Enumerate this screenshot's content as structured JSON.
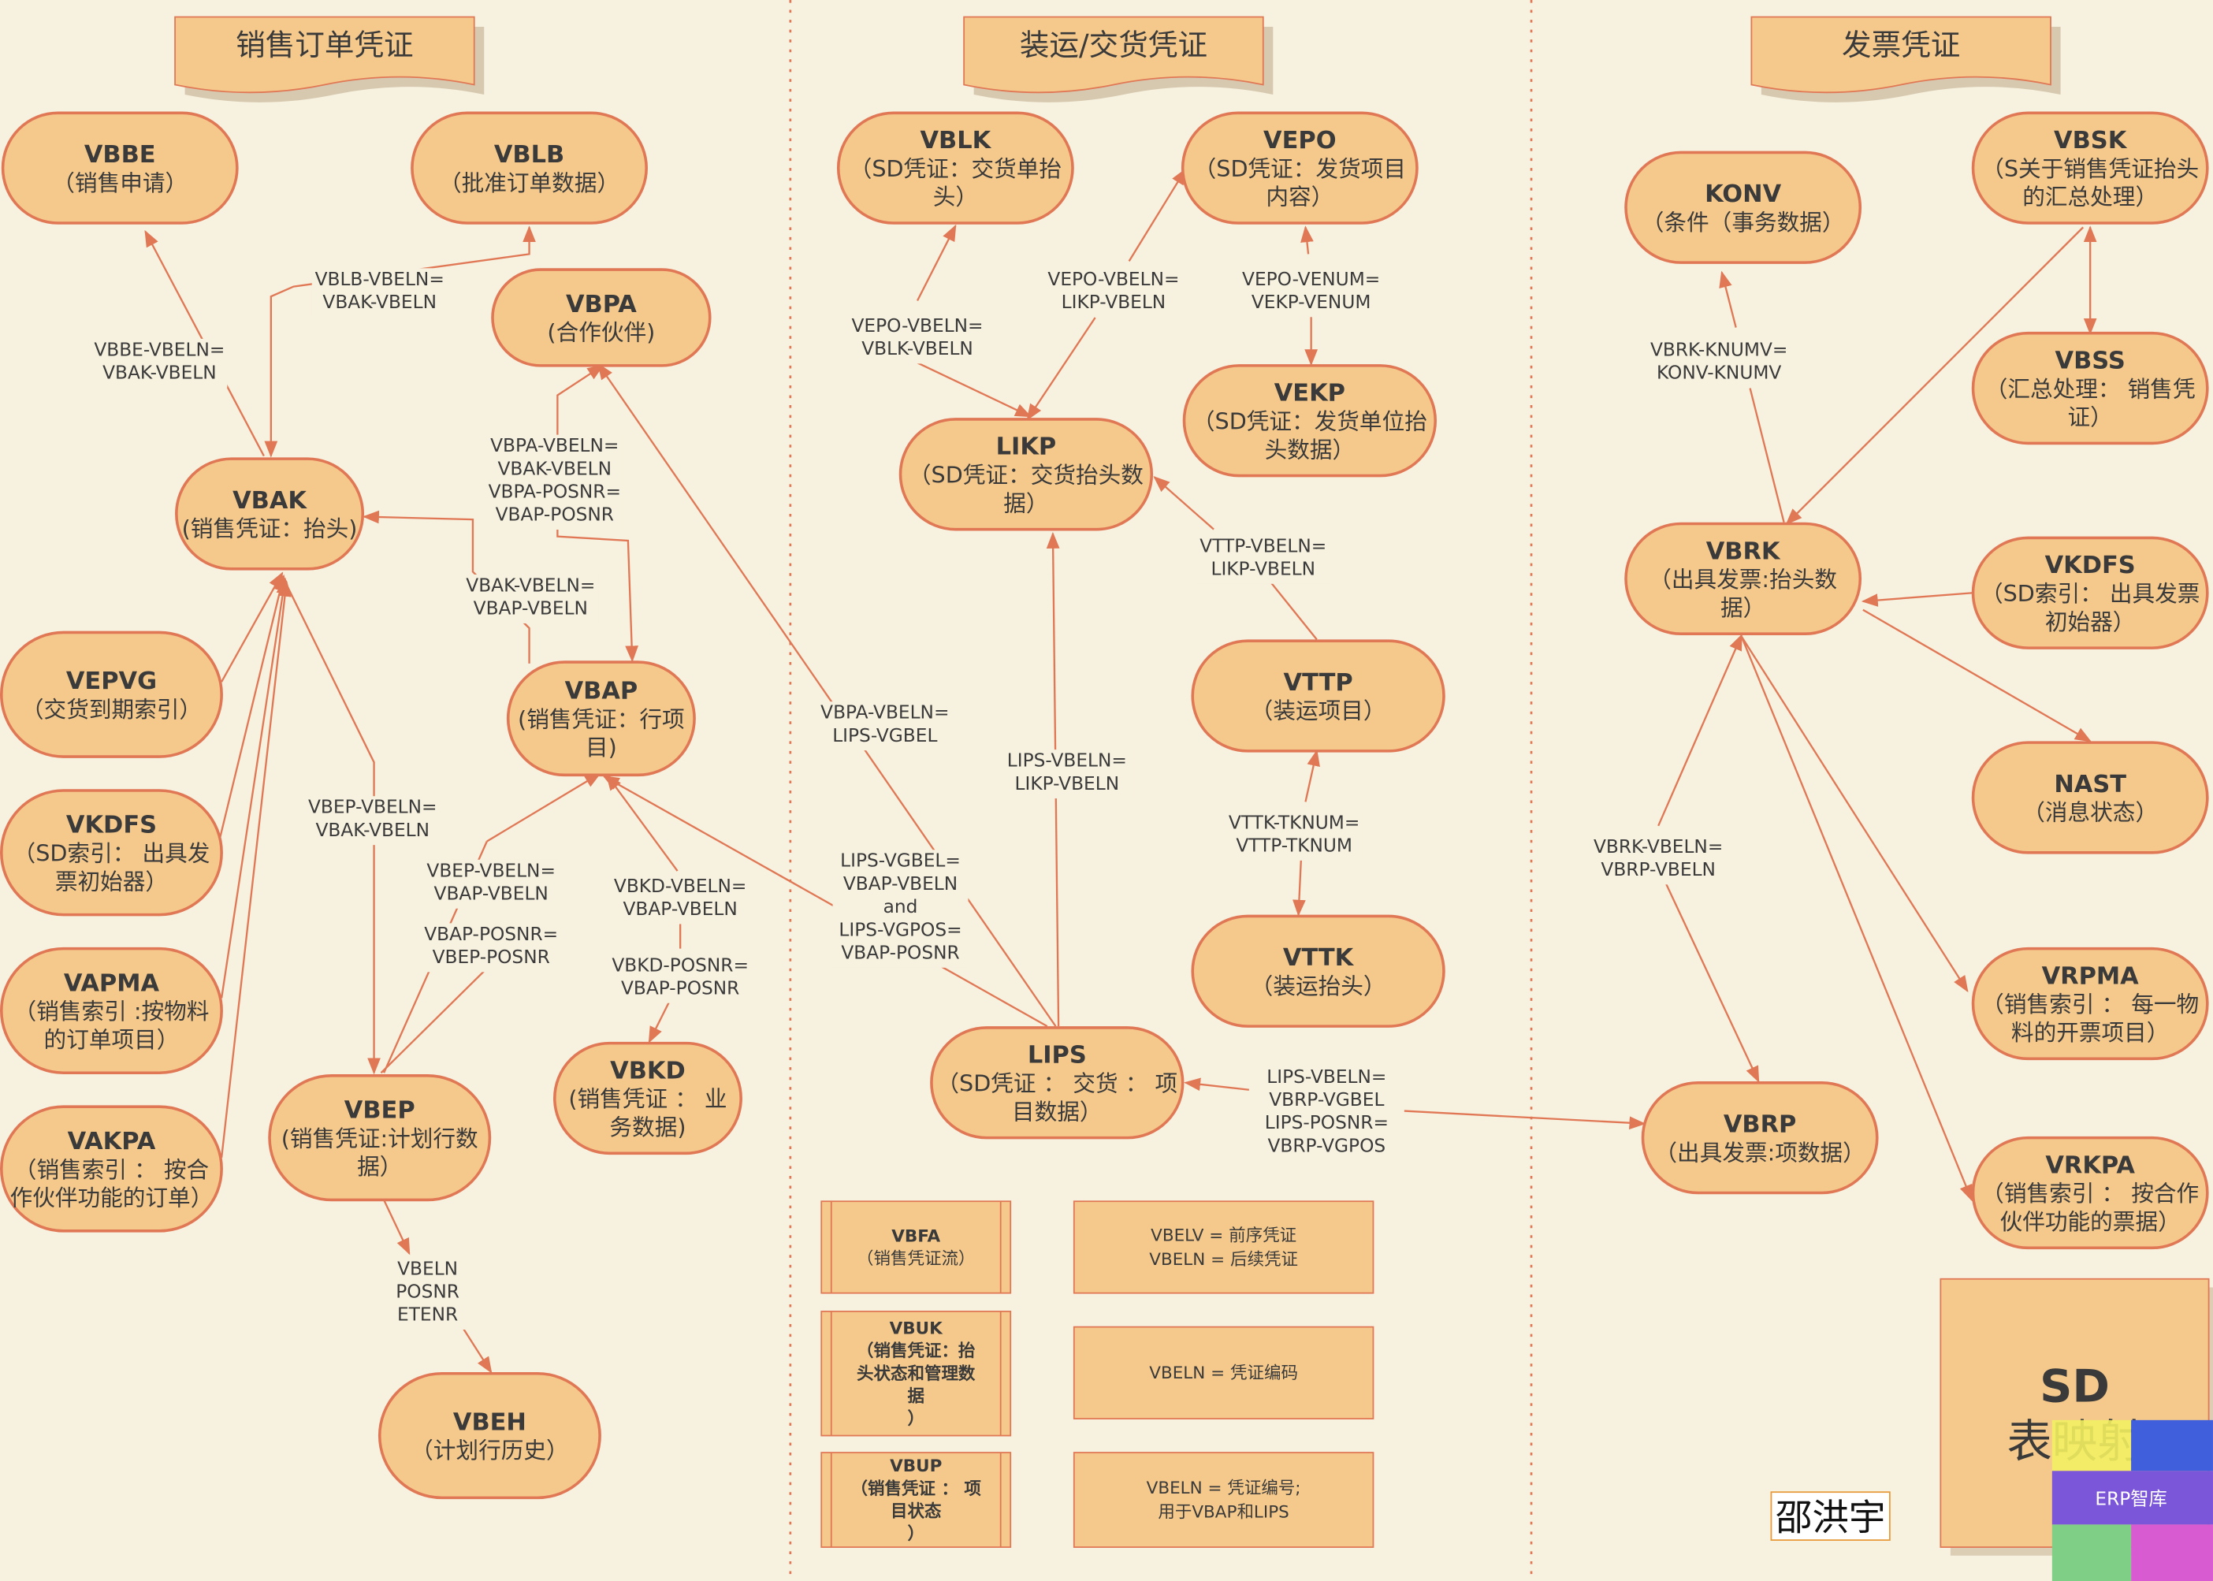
{
  "headers": [
    "销售订单凭证",
    "装运/交货凭证",
    "发票凭证"
  ],
  "nodes": [
    {
      "id": "VBBE",
      "title": "VBBE",
      "lines": [
        "（销售申请）"
      ]
    },
    {
      "id": "VBLB",
      "title": "VBLB",
      "lines": [
        "（批准订单数据）"
      ]
    },
    {
      "id": "VBPA",
      "title": "VBPA",
      "lines": [
        "(合作伙伴)"
      ]
    },
    {
      "id": "VBAK",
      "title": "VBAK",
      "lines": [
        "(销售凭证：抬头)"
      ]
    },
    {
      "id": "VBAP",
      "title": "VBAP",
      "lines": [
        "(销售凭证：行项",
        "目)"
      ]
    },
    {
      "id": "VEPVG",
      "title": "VEPVG",
      "lines": [
        "（交货到期索引）"
      ]
    },
    {
      "id": "VKDFS1",
      "title": "VKDFS",
      "lines": [
        "（SD索引： 出具发",
        "票初始器）"
      ]
    },
    {
      "id": "VAPMA",
      "title": "VAPMA",
      "lines": [
        "（销售索引 :按物料",
        "的订单项目）"
      ]
    },
    {
      "id": "VAKPA",
      "title": "VAKPA",
      "lines": [
        "（销售索引 ： 按合",
        "作伙伴功能的订单）"
      ]
    },
    {
      "id": "VBEP",
      "title": "VBEP",
      "lines": [
        "(销售凭证:计划行数",
        "据）"
      ]
    },
    {
      "id": "VBKD",
      "title": "VBKD",
      "lines": [
        "(销售凭证 ： 业",
        "务数据)"
      ]
    },
    {
      "id": "VBEH",
      "title": "VBEH",
      "lines": [
        "（计划行历史）"
      ]
    },
    {
      "id": "VBLK",
      "title": "VBLK",
      "lines": [
        "（SD凭证：交货单抬",
        "头）"
      ]
    },
    {
      "id": "VEPO",
      "title": "VEPO",
      "lines": [
        "（SD凭证：发货项目",
        "内容）"
      ]
    },
    {
      "id": "VEKP",
      "title": "VEKP",
      "lines": [
        "（SD凭证：发货单位抬",
        "头数据）"
      ]
    },
    {
      "id": "LIKP",
      "title": "LIKP",
      "lines": [
        "（SD凭证：交货抬头数",
        "据）"
      ]
    },
    {
      "id": "VTTP",
      "title": "VTTP",
      "lines": [
        "（装运项目）"
      ]
    },
    {
      "id": "VTTK",
      "title": "VTTK",
      "lines": [
        "（装运抬头）"
      ]
    },
    {
      "id": "LIPS",
      "title": "LIPS",
      "lines": [
        "（SD凭证 ： 交货 ： 项",
        "目数据）"
      ]
    },
    {
      "id": "KONV",
      "title": "KONV",
      "lines": [
        "（条件（事务数据）"
      ]
    },
    {
      "id": "VBSK",
      "title": "VBSK",
      "lines": [
        "（S关于销售凭证抬头",
        "的汇总处理）"
      ]
    },
    {
      "id": "VBSS",
      "title": "VBSS",
      "lines": [
        "（汇总处理： 销售凭",
        "证）"
      ]
    },
    {
      "id": "VBRK",
      "title": "VBRK",
      "lines": [
        "（出具发票:抬头数",
        "据）"
      ]
    },
    {
      "id": "VKDFS2",
      "title": "VKDFS",
      "lines": [
        "（SD索引： 出具发票",
        "初始器）"
      ]
    },
    {
      "id": "NAST",
      "title": "NAST",
      "lines": [
        "（消息状态）"
      ]
    },
    {
      "id": "VRPMA",
      "title": "VRPMA",
      "lines": [
        "（销售索引 ： 每一物",
        "料的开票项目）"
      ]
    },
    {
      "id": "VBRP",
      "title": "VBRP",
      "lines": [
        "（出具发票:项数据）"
      ]
    },
    {
      "id": "VRKPA",
      "title": "VRKPA",
      "lines": [
        "（销售索引 ： 按合作",
        "伙伴功能的票据）"
      ]
    }
  ],
  "edge_labels": [
    {
      "id": "vbbe_vbak",
      "lines": [
        "VBBE-VBELN=",
        "VBAK-VBELN"
      ]
    },
    {
      "id": "vblb_vbak",
      "lines": [
        "VBLB-VBELN=",
        "VBAK-VBELN"
      ]
    },
    {
      "id": "vbpa_vbap",
      "lines": [
        "VBPA-VBELN=",
        "VBAK-VBELN",
        "VBPA-POSNR=",
        "VBAP-POSNR"
      ]
    },
    {
      "id": "vbak_vbap",
      "lines": [
        "VBAK-VBELN=",
        "VBAP-VBELN"
      ]
    },
    {
      "id": "vbep_vbak",
      "lines": [
        "VBEP-VBELN=",
        "VBAK-VBELN"
      ]
    },
    {
      "id": "vbep_vbap",
      "lines": [
        "VBEP-VBELN=",
        "VBAP-VBELN"
      ]
    },
    {
      "id": "vbap_posnr",
      "lines": [
        "VBAP-POSNR=",
        "VBEP-POSNR"
      ]
    },
    {
      "id": "vbkd_vbap",
      "lines": [
        "VBKD-VBELN=",
        "VBAP-VBELN"
      ]
    },
    {
      "id": "vbkd_posnr",
      "lines": [
        "VBKD-POSNR=",
        "VBAP-POSNR"
      ]
    },
    {
      "id": "vbeh_keys",
      "lines": [
        "VBELN",
        "POSNR",
        "ETENR"
      ]
    },
    {
      "id": "vepo_vblk",
      "lines": [
        "VEPO-VBELN=",
        "VBLK-VBELN"
      ]
    },
    {
      "id": "vepo_likp",
      "lines": [
        "VEPO-VBELN=",
        "LIKP-VBELN"
      ]
    },
    {
      "id": "vepo_vekp",
      "lines": [
        "VEPO-VENUM=",
        "VEKP-VENUM"
      ]
    },
    {
      "id": "vttp_likp",
      "lines": [
        "VTTP-VBELN=",
        "LIKP-VBELN"
      ]
    },
    {
      "id": "vbpa_lips",
      "lines": [
        "VBPA-VBELN=",
        "LIPS-VGBEL"
      ]
    },
    {
      "id": "lips_likp",
      "lines": [
        "LIPS-VBELN=",
        "LIKP-VBELN"
      ]
    },
    {
      "id": "lips_vbap",
      "lines": [
        "LIPS-VGBEL=",
        "VBAP-VBELN",
        "and",
        "LIPS-VGPOS=",
        "VBAP-POSNR"
      ]
    },
    {
      "id": "vttk_vttp",
      "lines": [
        "VTTK-TKNUM=",
        "VTTP-TKNUM"
      ]
    },
    {
      "id": "lips_vbrp",
      "lines": [
        "LIPS-VBELN=",
        "VBRP-VGBEL",
        "LIPS-POSNR=",
        "VBRP-VGPOS"
      ]
    },
    {
      "id": "vbrk_konv",
      "lines": [
        "VBRK-KNUMV=",
        "KONV-KNUMV"
      ]
    },
    {
      "id": "vbrk_vbrp",
      "lines": [
        "VBRK-VBELN=",
        "VBRP-VBELN"
      ]
    }
  ],
  "boxes": [
    {
      "id": "VBFA",
      "title": "VBFA",
      "lines": [
        "（销售凭证流）"
      ],
      "bold_sub": false
    },
    {
      "id": "VBUK",
      "title": "VBUK",
      "lines": [
        "（销售凭证：抬",
        "头状态和管理数",
        "据",
        "）"
      ],
      "bold_sub": true
    },
    {
      "id": "VBUP",
      "title": "VBUP",
      "lines": [
        "（销售凭证 ： 项",
        "目状态",
        "）"
      ],
      "bold_sub": true
    }
  ],
  "notes": [
    {
      "id": "note1",
      "lines": [
        "VBELV = 前序凭证",
        "VBELN = 后续凭证"
      ]
    },
    {
      "id": "note2",
      "lines": [
        "VBELN = 凭证编码"
      ]
    },
    {
      "id": "note3",
      "lines": [
        "VBELN = 凭证编号;",
        "用于VBAP和LIPS"
      ]
    }
  ],
  "title_card": {
    "line1": "SD",
    "line2": "表映射"
  },
  "watermark": "ERP智库",
  "signature": "邵洪宇",
  "colors": {
    "node_fill": "#f5c98b",
    "node_stroke": "#e07856",
    "edge": "#e07856",
    "divider": "#e07856",
    "background": "#f7f1df"
  }
}
